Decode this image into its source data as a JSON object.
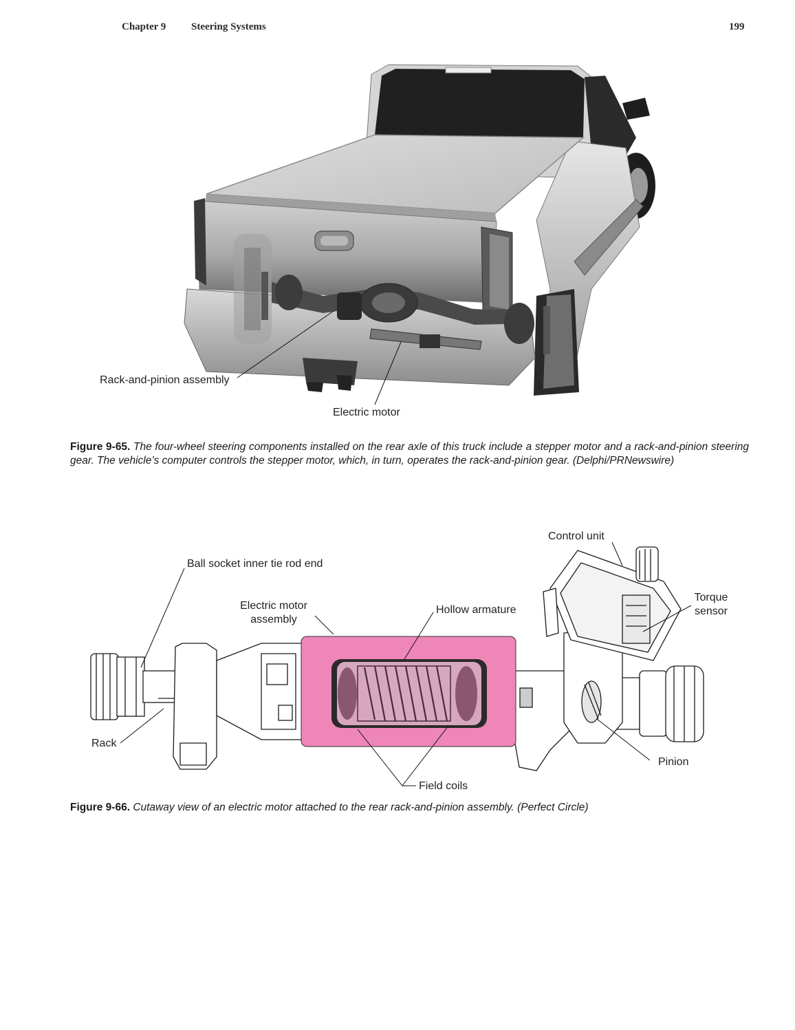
{
  "header": {
    "chapter": "Chapter 9",
    "section": "Steering Systems",
    "page_number": "199"
  },
  "figure_65": {
    "labels": {
      "rack_and_pinion": "Rack-and-pinion assembly",
      "electric_motor": "Electric motor"
    },
    "caption_number": "Figure 9-65.",
    "caption_text": "The four-wheel steering components installed on the rear axle of this truck include a stepper motor and a rack-and-pinion steering gear. The vehicle’s computer controls the stepper motor, which, in turn, operates the rack-and-pinion gear. (Delphi/PRNewswire)"
  },
  "figure_66": {
    "labels": {
      "control_unit": "Control unit",
      "ball_socket": "Ball socket inner tie rod end",
      "electric_motor_assembly_line1": "Electric motor",
      "electric_motor_assembly_line2": "assembly",
      "hollow_armature": "Hollow armature",
      "torque_sensor_line1": "Torque",
      "torque_sensor_line2": "sensor",
      "rack": "Rack",
      "pinion": "Pinion",
      "field_coils": "Field coils"
    },
    "caption_number": "Figure 9-66.",
    "caption_text": "Cutaway view of an electric motor attached to the rear rack-and-pinion assembly. (Perfect Circle)",
    "highlight_color": "#ee86b8"
  }
}
